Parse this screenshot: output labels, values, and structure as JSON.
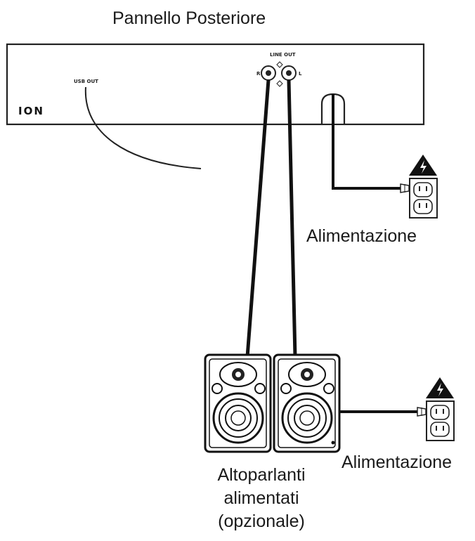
{
  "diagram": {
    "title": "Pannello Posteriore",
    "brand_logo": "ION",
    "panel_jacks": {
      "line_out_label": "LINE OUT",
      "right_label": "R",
      "left_label": "L",
      "usb_label": "USB OUT"
    },
    "power_label_top": "Alimentazione",
    "power_label_bottom": "Alimentazione",
    "speakers_label": {
      "line1": "Altoparlanti",
      "line2": "alimentati",
      "line3": "(opzionale)"
    },
    "icons": [
      "warning-triangle-icon",
      "power-outlet-icon",
      "speaker-icon"
    ]
  }
}
